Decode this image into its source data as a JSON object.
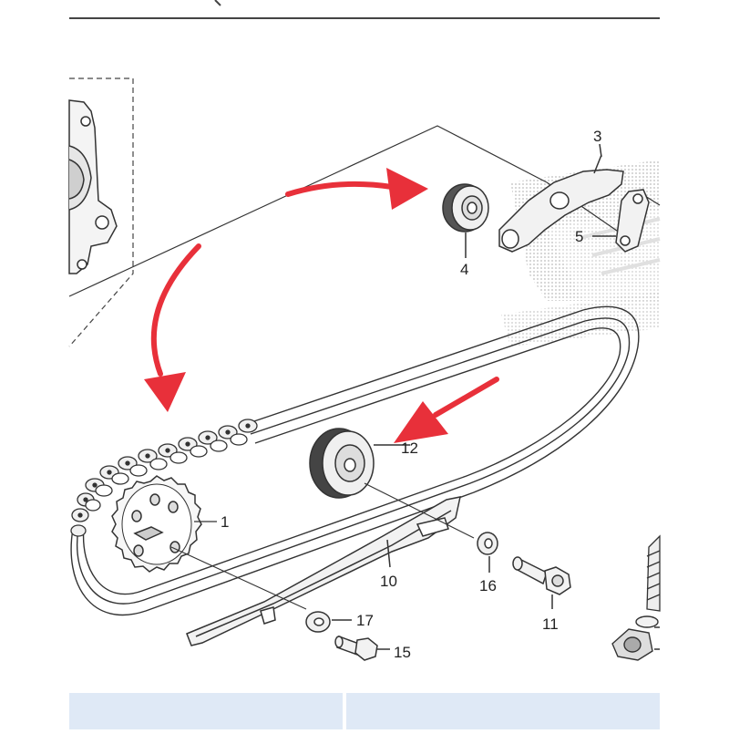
{
  "diagram": {
    "part_callouts": [
      "1",
      "3",
      "4",
      "5",
      "10",
      "11",
      "12",
      "15",
      "16",
      "17"
    ],
    "arrow_color": "#e8303a",
    "line_color": "#333333",
    "bottom_bar_color": "#dfe9f6"
  },
  "callouts": {
    "c1": "1",
    "c3": "3",
    "c4": "4",
    "c5": "5",
    "c10": "10",
    "c11": "11",
    "c12": "12",
    "c15": "15",
    "c16": "16",
    "c17": "17"
  }
}
